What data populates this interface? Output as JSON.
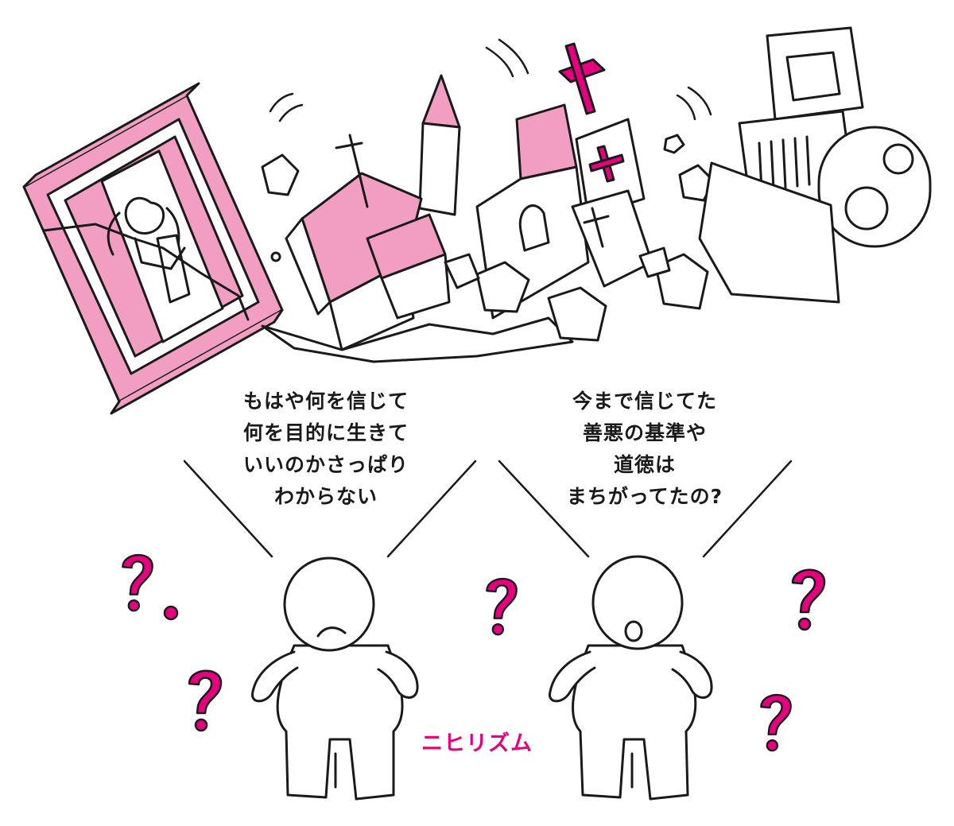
{
  "illustration": {
    "accent_color": "#e4007f",
    "pink_fill": "#f19ec2",
    "ink_color": "#1a1a1a",
    "icons": [
      "broken-picture-frame-icon",
      "collapsing-church-icon",
      "bulldozer-icon",
      "rubble-icon",
      "question-mark-icon",
      "confused-person-icon",
      "surprised-person-icon"
    ]
  },
  "speech_left": {
    "lines": [
      "もはや何を信じて",
      "何を目的に生きて",
      "いいのかさっぱり",
      "わからない"
    ]
  },
  "speech_right": {
    "lines": [
      "今まで信じてた",
      "善悪の基準や",
      "道徳は",
      "まちがってたの?"
    ]
  },
  "caption": {
    "text": "ニヒリズム"
  }
}
